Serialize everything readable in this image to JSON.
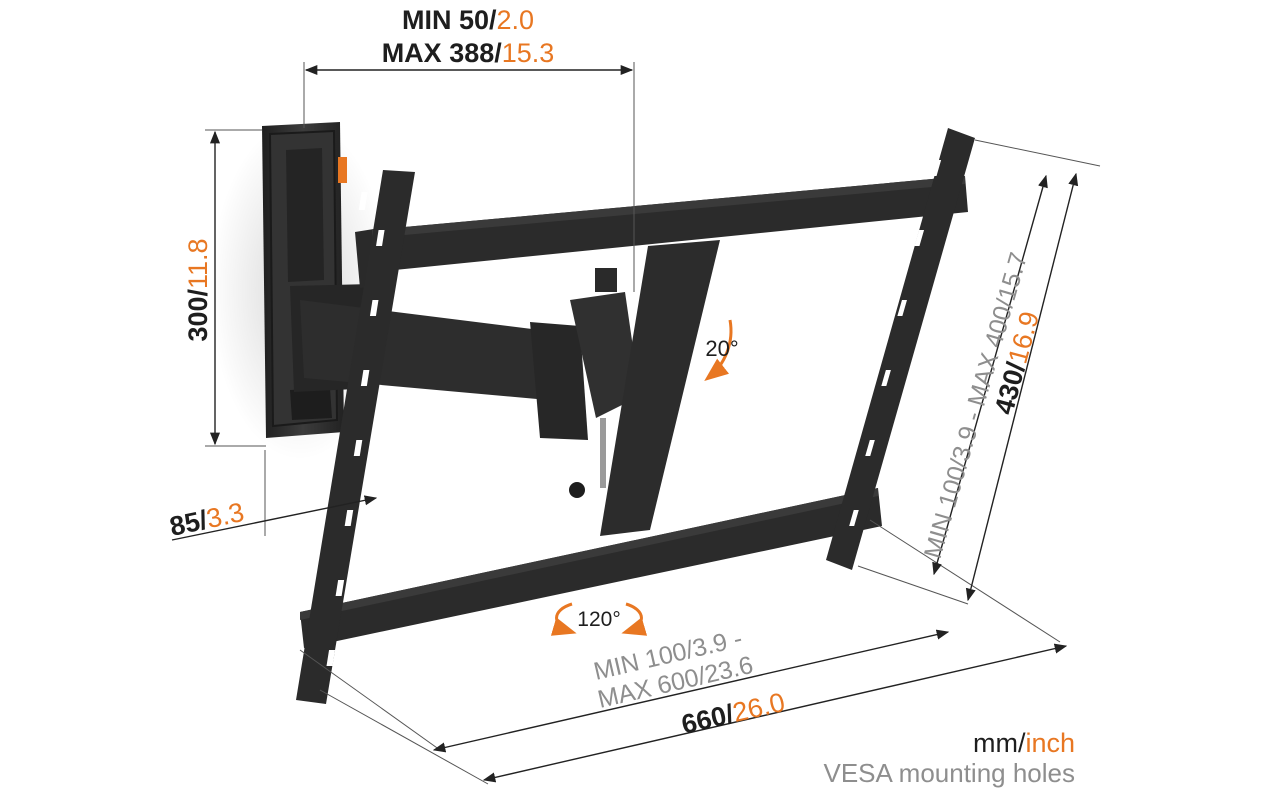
{
  "colors": {
    "accent": "#e87722",
    "dark_text": "#1e1e1e",
    "grey_text": "#8e8e8e",
    "bracket": "#2b2b2b"
  },
  "dimensions": {
    "arm_extension": {
      "min_mm": "MIN 50/",
      "min_in": "2.0",
      "max_mm": "MAX 388/",
      "max_in": "15.3"
    },
    "wall_plate_height": {
      "mm": "300/",
      "in": "11.8"
    },
    "wall_distance": {
      "mm": "85/",
      "in": "3.3"
    },
    "vesa_vertical": {
      "label": "MIN 100/3.9 - MAX 400/15.7"
    },
    "bracket_height": {
      "mm": "430/",
      "in": "16.9"
    },
    "vesa_horizontal": {
      "line1": "MIN 100/3.9 -",
      "line2": "MAX 600/23.6"
    },
    "bracket_width": {
      "mm": "660/",
      "in": "26.0"
    }
  },
  "angles": {
    "tilt": "20°",
    "swivel": "120°"
  },
  "legend": {
    "unit_mm": "mm/",
    "unit_in": "inch",
    "caption": "VESA mounting holes"
  }
}
